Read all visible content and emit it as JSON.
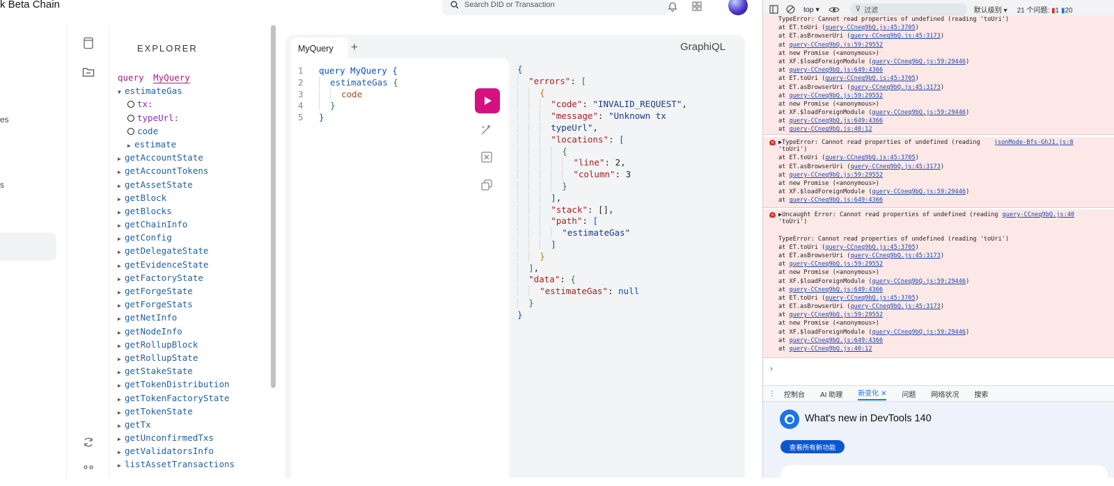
{
  "app": {
    "title": "k Beta Chain",
    "search_placeholder": "Search DID or Transaction",
    "left_fragments": [
      "es",
      "s"
    ]
  },
  "explorer": {
    "title": "EXPLORER",
    "query_keyword": "query",
    "query_name": "MyQuery",
    "root_field": "estimateGas",
    "args": [
      "tx:",
      "typeUrl:"
    ],
    "selected_field": "code",
    "sub_field": "estimate",
    "fields": [
      "getAccountState",
      "getAccountTokens",
      "getAssetState",
      "getBlock",
      "getBlocks",
      "getChainInfo",
      "getConfig",
      "getDelegateState",
      "getEvidenceState",
      "getFactoryState",
      "getForgeState",
      "getForgeStats",
      "getNetInfo",
      "getNodeInfo",
      "getRollupBlock",
      "getRollupState",
      "getStakeState",
      "getTokenDistribution",
      "getTokenFactoryState",
      "getTokenState",
      "getTx",
      "getUnconfirmedTxs",
      "getValidatorsInfo",
      "listAssetTransactions"
    ]
  },
  "graphiql": {
    "tab_label": "MyQuery",
    "add_tab": "+",
    "brand": "GraphiQL",
    "line_numbers": [
      "1",
      "2",
      "3",
      "4",
      "5"
    ],
    "code": {
      "l1_keyword": "query",
      "l1_name": "MyQuery",
      "l1_brace": "{",
      "l2_field": "estimateGas",
      "l2_brace": "{",
      "l3_field": "code",
      "l4_brace": "}",
      "l5_brace": "}"
    },
    "result": {
      "open": "{",
      "errors_key": "\"errors\"",
      "code_key": "\"code\"",
      "code_val": "\"INVALID_REQUEST\"",
      "message_key": "\"message\"",
      "message_val_1": "\"Unknown tx",
      "message_val_2": "typeUrl\"",
      "locations_key": "\"locations\"",
      "line_key": "\"line\"",
      "line_val": "2",
      "column_key": "\"column\"",
      "column_val": "3",
      "stack_key": "\"stack\"",
      "stack_val": "[]",
      "path_key": "\"path\"",
      "path_val": "\"estimateGas\"",
      "data_key": "\"data\"",
      "estimate_key": "\"estimateGas\"",
      "estimate_val": "null"
    }
  },
  "devtools": {
    "context": "top ▾",
    "filter_placeholder": "过滤",
    "levels": "默认级别 ▾",
    "issues_label": "21 个问题:",
    "issues_errors": "1",
    "issues_info": "20",
    "block1": [
      {
        "pre": "TypeError: Cannot read properties of undefined (reading 'toUri')",
        "link": "",
        "post": ""
      },
      {
        "pre": "    at ET.toUri (",
        "link": "query-CCneq9bQ.js:45:3705",
        "post": ")"
      },
      {
        "pre": "    at ET.asBrowserUri (",
        "link": "query-CCneq9bQ.js:45:3173",
        "post": ")"
      },
      {
        "pre": "    at ",
        "link": "query-CCneq9bQ.js:59:29552",
        "post": ""
      },
      {
        "pre": "    at new Promise (<anonymous>)",
        "link": "",
        "post": ""
      },
      {
        "pre": "    at XF.$loadForeignModule (",
        "link": "query-CCneq9bQ.js:59:29446",
        "post": ")"
      },
      {
        "pre": "    at ",
        "link": "query-CCneq9bQ.js:649:4366",
        "post": ""
      },
      {
        "pre": "    at ET.toUri (",
        "link": "query-CCneq9bQ.js:45:3705",
        "post": ")"
      },
      {
        "pre": "    at ET.asBrowserUri (",
        "link": "query-CCneq9bQ.js:45:3173",
        "post": ")"
      },
      {
        "pre": "    at ",
        "link": "query-CCneq9bQ.js:59:29552",
        "post": ""
      },
      {
        "pre": "    at new Promise (<anonymous>)",
        "link": "",
        "post": ""
      },
      {
        "pre": "    at XF.$loadForeignModule (",
        "link": "query-CCneq9bQ.js:59:29446",
        "post": ")"
      },
      {
        "pre": "    at ",
        "link": "query-CCneq9bQ.js:649:4366",
        "post": ""
      },
      {
        "pre": "    at ",
        "link": "query-CCneq9bQ.js:40:12",
        "post": ""
      }
    ],
    "block2_head": "▶TypeError: Cannot read properties of undefined (reading",
    "block2_src": "jsonMode-Bfs-GhJ1.js:8",
    "block2": [
      {
        "pre": "'toUri')",
        "link": "",
        "post": ""
      },
      {
        "pre": "    at ET.toUri (",
        "link": "query-CCneq9bQ.js:45:3705",
        "post": ")"
      },
      {
        "pre": "    at ET.asBrowserUri (",
        "link": "query-CCneq9bQ.js:45:3173",
        "post": ")"
      },
      {
        "pre": "    at ",
        "link": "query-CCneq9bQ.js:59:29552",
        "post": ""
      },
      {
        "pre": "    at new Promise (<anonymous>)",
        "link": "",
        "post": ""
      },
      {
        "pre": "    at XF.$loadForeignModule (",
        "link": "query-CCneq9bQ.js:59:29446",
        "post": ")"
      },
      {
        "pre": "    at ",
        "link": "query-CCneq9bQ.js:649:4366",
        "post": ""
      }
    ],
    "block3_head": "▶Uncaught Error: Cannot read properties of undefined (reading",
    "block3_src": "query-CCneq9bQ.js:40",
    "block3": [
      {
        "pre": "'toUri')",
        "link": "",
        "post": ""
      },
      {
        "pre": "",
        "link": "",
        "post": ""
      },
      {
        "pre": "TypeError: Cannot read properties of undefined (reading 'toUri')",
        "link": "",
        "post": ""
      },
      {
        "pre": "    at ET.toUri (",
        "link": "query-CCneq9bQ.js:45:3705",
        "post": ")"
      },
      {
        "pre": "    at ET.asBrowserUri (",
        "link": "query-CCneq9bQ.js:45:3173",
        "post": ")"
      },
      {
        "pre": "    at ",
        "link": "query-CCneq9bQ.js:59:29552",
        "post": ""
      },
      {
        "pre": "    at new Promise (<anonymous>)",
        "link": "",
        "post": ""
      },
      {
        "pre": "    at XF.$loadForeignModule (",
        "link": "query-CCneq9bQ.js:59:29446",
        "post": ")"
      },
      {
        "pre": "    at ",
        "link": "query-CCneq9bQ.js:649:4366",
        "post": ""
      },
      {
        "pre": "    at ET.toUri (",
        "link": "query-CCneq9bQ.js:45:3705",
        "post": ")"
      },
      {
        "pre": "    at ET.asBrowserUri (",
        "link": "query-CCneq9bQ.js:45:3173",
        "post": ")"
      },
      {
        "pre": "    at ",
        "link": "query-CCneq9bQ.js:59:29552",
        "post": ""
      },
      {
        "pre": "    at new Promise (<anonymous>)",
        "link": "",
        "post": ""
      },
      {
        "pre": "    at XF.$loadForeignModule (",
        "link": "query-CCneq9bQ.js:59:29446",
        "post": ")"
      },
      {
        "pre": "    at ",
        "link": "query-CCneq9bQ.js:649:4366",
        "post": ""
      },
      {
        "pre": "    at ",
        "link": "query-CCneq9bQ.js:40:12",
        "post": ""
      }
    ],
    "prompt": "›",
    "drawer_tabs": [
      "控制台",
      "AI 助理",
      "新变化",
      "问题",
      "网络状况",
      "搜索"
    ],
    "whats_new_title": "What's new in DevTools 140",
    "whats_new_button": "查看所有新功能"
  },
  "colors": {
    "accent": "#d5107f",
    "error_bg": "#fde8e8",
    "link": "#1a47a8"
  }
}
